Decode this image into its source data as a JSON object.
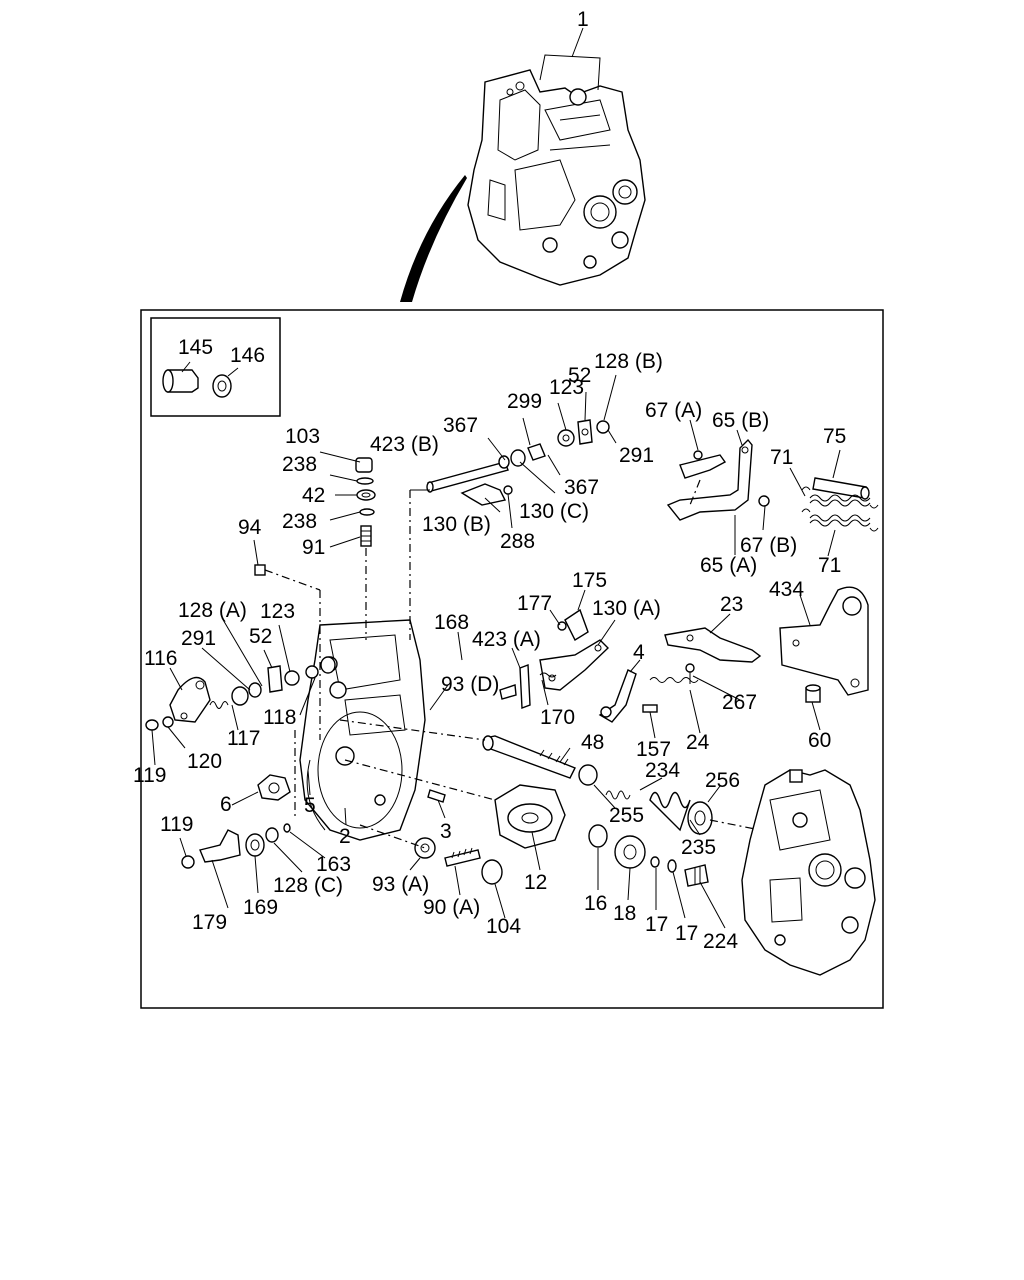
{
  "diagram": {
    "background": "#ffffff",
    "ink": "#000000",
    "callouts": [
      {
        "id": "c1",
        "text": "1"
      },
      {
        "id": "c145",
        "text": "145"
      },
      {
        "id": "c146",
        "text": "146"
      },
      {
        "id": "c103",
        "text": "103"
      },
      {
        "id": "c423b",
        "text": "423 (B)"
      },
      {
        "id": "c367a",
        "text": "367"
      },
      {
        "id": "c299",
        "text": "299"
      },
      {
        "id": "c123a",
        "text": "123"
      },
      {
        "id": "c52a",
        "text": "52"
      },
      {
        "id": "c128b",
        "text": "128 (B)"
      },
      {
        "id": "c67a",
        "text": "67 (A)"
      },
      {
        "id": "c65b",
        "text": "65 (B)"
      },
      {
        "id": "c75",
        "text": "75"
      },
      {
        "id": "c238a",
        "text": "238"
      },
      {
        "id": "c42",
        "text": "42"
      },
      {
        "id": "c238b",
        "text": "238"
      },
      {
        "id": "c91",
        "text": "91"
      },
      {
        "id": "c291a",
        "text": "291"
      },
      {
        "id": "c367b",
        "text": "367"
      },
      {
        "id": "c130b",
        "text": "130 (B)"
      },
      {
        "id": "c288",
        "text": "288"
      },
      {
        "id": "c130c",
        "text": "130 (C)"
      },
      {
        "id": "c71a",
        "text": "71"
      },
      {
        "id": "c67b",
        "text": "67 (B)"
      },
      {
        "id": "c65a",
        "text": "65 (A)"
      },
      {
        "id": "c71b",
        "text": "71"
      },
      {
        "id": "c94",
        "text": "94"
      },
      {
        "id": "c175",
        "text": "175"
      },
      {
        "id": "c177",
        "text": "177"
      },
      {
        "id": "c130a",
        "text": "130 (A)"
      },
      {
        "id": "c23",
        "text": "23"
      },
      {
        "id": "c434",
        "text": "434"
      },
      {
        "id": "c128a",
        "text": "128 (A)"
      },
      {
        "id": "c123b",
        "text": "123"
      },
      {
        "id": "c168",
        "text": "168"
      },
      {
        "id": "c291b",
        "text": "291"
      },
      {
        "id": "c52b",
        "text": "52"
      },
      {
        "id": "c423a",
        "text": "423 (A)"
      },
      {
        "id": "c4",
        "text": "4"
      },
      {
        "id": "c116",
        "text": "116"
      },
      {
        "id": "c93d",
        "text": "93 (D)"
      },
      {
        "id": "c118",
        "text": "118"
      },
      {
        "id": "c170",
        "text": "170"
      },
      {
        "id": "c267",
        "text": "267"
      },
      {
        "id": "c117",
        "text": "117"
      },
      {
        "id": "c48",
        "text": "48"
      },
      {
        "id": "c157",
        "text": "157"
      },
      {
        "id": "c24",
        "text": "24"
      },
      {
        "id": "c60",
        "text": "60"
      },
      {
        "id": "c120",
        "text": "120"
      },
      {
        "id": "c119a",
        "text": "119"
      },
      {
        "id": "c234",
        "text": "234"
      },
      {
        "id": "c256",
        "text": "256"
      },
      {
        "id": "c6",
        "text": "6"
      },
      {
        "id": "c5",
        "text": "5"
      },
      {
        "id": "c255",
        "text": "255"
      },
      {
        "id": "c119b",
        "text": "119"
      },
      {
        "id": "c2",
        "text": "2"
      },
      {
        "id": "c3",
        "text": "3"
      },
      {
        "id": "c235",
        "text": "235"
      },
      {
        "id": "c163",
        "text": "163"
      },
      {
        "id": "c128c",
        "text": "128 (C)"
      },
      {
        "id": "c93a",
        "text": "93 (A)"
      },
      {
        "id": "c12",
        "text": "12"
      },
      {
        "id": "c16",
        "text": "16"
      },
      {
        "id": "c90a",
        "text": "90 (A)"
      },
      {
        "id": "c18",
        "text": "18"
      },
      {
        "id": "c17a",
        "text": "17"
      },
      {
        "id": "c17b",
        "text": "17"
      },
      {
        "id": "c224",
        "text": "224"
      },
      {
        "id": "c179",
        "text": "179"
      },
      {
        "id": "c169",
        "text": "169"
      },
      {
        "id": "c104",
        "text": "104"
      }
    ]
  }
}
